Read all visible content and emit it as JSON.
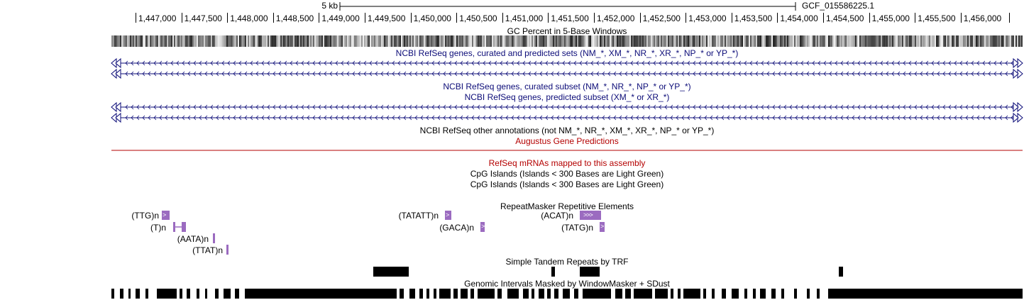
{
  "scale": {
    "label": "5 kb",
    "assembly": "GCF_015586225.1"
  },
  "ruler": {
    "ticks": [
      "1,447,000",
      "1,447,500",
      "1,448,000",
      "1,448,500",
      "1,449,000",
      "1,449,500",
      "1,450,000",
      "1,450,500",
      "1,451,000",
      "1,451,500",
      "1,452,000",
      "1,452,500",
      "1,453,000",
      "1,453,500",
      "1,454,000",
      "1,454,500",
      "1,455,000",
      "1,455,500",
      "1,456,000"
    ]
  },
  "tracks": {
    "gc_percent": "GC Percent in 5-Base Windows",
    "refseq_all": "NCBI RefSeq genes, curated and predicted sets (NM_*, XM_*, NR_*, XR_*, NP_* or YP_*)",
    "refseq_curated": "NCBI RefSeq genes, curated subset (NM_*, NR_*, NP_* or YP_*)",
    "refseq_predicted": "NCBI RefSeq genes, predicted subset (XM_* or XR_*)",
    "refseq_other": "NCBI RefSeq other annotations (not NM_*, NR_*, XM_*, XR_*, NP_* or YP_*)",
    "augustus": "Augustus Gene Predictions",
    "refseq_mrnas": "RefSeq mRNAs mapped to this assembly",
    "cpg1": "CpG Islands (Islands < 300 Bases are Light Green)",
    "cpg2": "CpG Islands (Islands < 300 Bases are Light Green)",
    "repeatmasker": "RepeatMasker Repetitive Elements",
    "trf": "Simple Tandem Repeats by TRF",
    "windowmasker": "Genomic Intervals Masked by WindowMasker + SDust"
  },
  "repeats": [
    {
      "name": "(TTG)n"
    },
    {
      "name": "(T)n"
    },
    {
      "name": "(AATA)n"
    },
    {
      "name": "(TTAT)n"
    },
    {
      "name": "(TATATT)n"
    },
    {
      "name": "(GACA)n"
    },
    {
      "name": "(ACAT)n"
    },
    {
      "name": "(TATG)n"
    }
  ],
  "colors": {
    "gene_blue": "#0c0c78",
    "augustus_red": "#b40000",
    "repeat_purple": "#9b6bc0"
  }
}
